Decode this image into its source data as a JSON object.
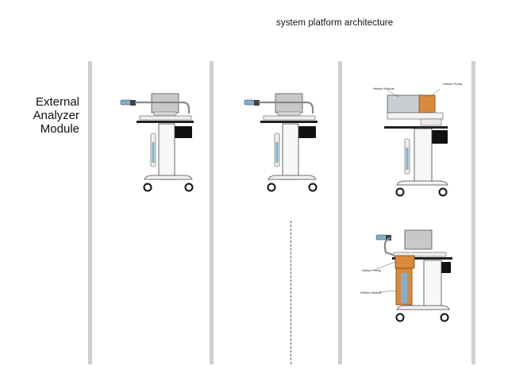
{
  "title": "system platform architecture",
  "row_label": {
    "line1": "External",
    "line2": "Analyzer",
    "line3": "Module"
  },
  "colors": {
    "divider": "#cfcfcf",
    "cart_body": "#f2f2f2",
    "cart_outline": "#444444",
    "monitor": "#c8c8c8",
    "analyzer_blue": "#7fb0cc",
    "helium_orange": "#d98a3a",
    "helium_module": "#c9ced3",
    "drawer": "#111111"
  },
  "callouts": {
    "top_helium_module": "Helium Module",
    "top_helium_pump": "Helium Pump",
    "bottom_helium_pump": "Helium Pump",
    "bottom_helium_module": "Helium Module"
  }
}
